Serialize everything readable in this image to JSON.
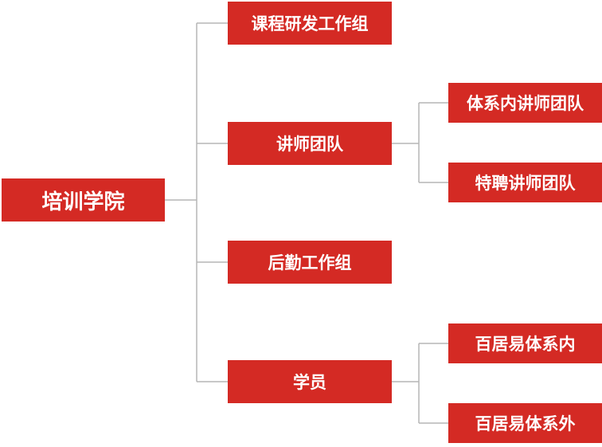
{
  "root": {
    "label": "培训学院"
  },
  "level1": [
    {
      "label": "课程研发工作组"
    },
    {
      "label": "讲师团队"
    },
    {
      "label": "后勤工作组"
    },
    {
      "label": "学员"
    }
  ],
  "level2": [
    {
      "label": "体系内讲师团队"
    },
    {
      "label": "特聘讲师团队"
    },
    {
      "label": "百居易体系内"
    },
    {
      "label": "百居易体系外"
    }
  ],
  "colors": {
    "node_fill": "#d42a24",
    "node_text": "#ffffff",
    "connector": "#b5b5b5"
  }
}
